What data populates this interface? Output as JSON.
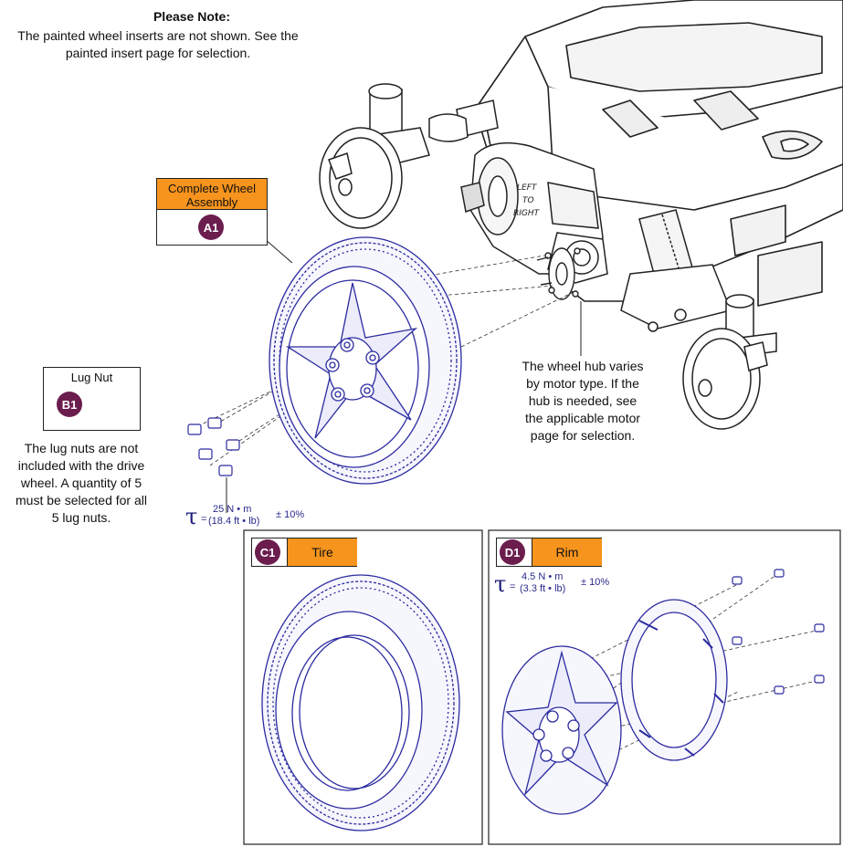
{
  "note": {
    "title": "Please Note:",
    "line1": "The painted wheel inserts are not shown. See the",
    "line2": "painted insert page for selection."
  },
  "callouts": {
    "a1": {
      "label_line1": "Complete Wheel",
      "label_line2": "Assembly",
      "badge": "A1"
    },
    "b1": {
      "label": "Lug Nut",
      "badge": "B1"
    },
    "c1": {
      "label": "Tire",
      "badge": "C1"
    },
    "d1": {
      "label": "Rim",
      "badge": "D1"
    }
  },
  "hub_note": {
    "lines": [
      "The wheel hub varies",
      "by motor type. If the",
      "hub is needed, see",
      "the applicable motor",
      "page for selection."
    ]
  },
  "lug_note": {
    "lines": [
      "The lug nuts are not",
      "included with the drive",
      "wheel. A quantity of 5",
      "must be selected for all",
      "5 lug nuts."
    ]
  },
  "torque_lug": {
    "symbol": "τ",
    "eq": "=",
    "metric": "25 N • m",
    "imperial": "(18.4 ft • lb)",
    "tolerance": "± 10%"
  },
  "torque_rim": {
    "symbol": "τ",
    "eq": "=",
    "metric": "4.5 N • m",
    "imperial": "(3.3 ft • lb)",
    "tolerance": "± 10%"
  },
  "colors": {
    "outline": "#2b2ba0",
    "accent_orange": "#f7941d",
    "badge_purple": "#6b1d4e"
  },
  "decal": {
    "line1": "LEFT",
    "line2": "TO",
    "line3": "RIGHT"
  }
}
